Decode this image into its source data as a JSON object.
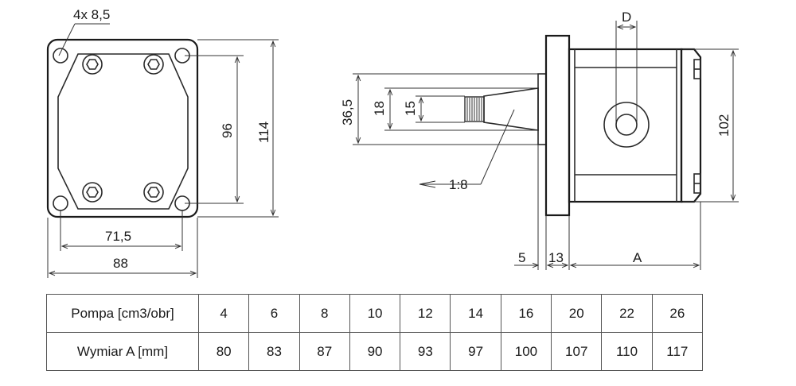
{
  "flange_view": {
    "hole_note": "4x 8,5",
    "dim_hole_spacing_h": "71,5",
    "dim_width": "88",
    "dim_hole_spacing_v": "96",
    "dim_height": "114"
  },
  "side_view": {
    "dim_D": "D",
    "dim_36_5": "36,5",
    "dim_18": "18",
    "dim_15": "15",
    "taper": "1:8",
    "dim_5": "5",
    "dim_13": "13",
    "dim_A": "A",
    "dim_102": "102"
  },
  "table": {
    "row1_label": "Pompa [cm3/obr]",
    "row2_label": "Wymiar A [mm]",
    "pompa": [
      "4",
      "6",
      "8",
      "10",
      "12",
      "14",
      "16",
      "20",
      "22",
      "26"
    ],
    "wymiar_a": [
      "80",
      "83",
      "87",
      "90",
      "93",
      "97",
      "100",
      "107",
      "110",
      "117"
    ]
  }
}
